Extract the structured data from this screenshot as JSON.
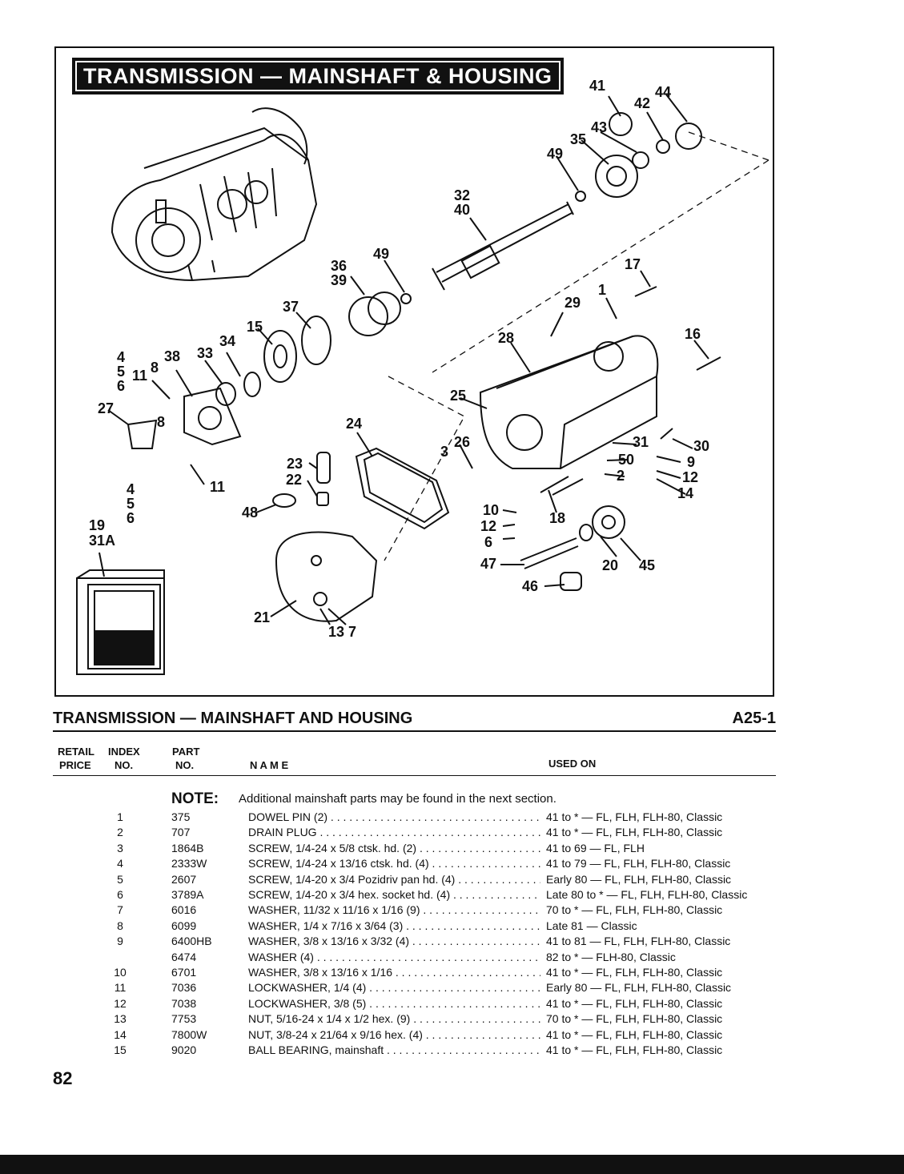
{
  "banner_title": "TRANSMISSION — MAINSHAFT & HOUSING",
  "callouts": [
    "41",
    "42",
    "44",
    "43",
    "35",
    "49",
    "32",
    "40",
    "36",
    "39",
    "49",
    "17",
    "1",
    "37",
    "29",
    "15",
    "16",
    "28",
    "34",
    "38",
    "33",
    "4",
    "5",
    "6",
    "8",
    "11",
    "27",
    "8",
    "25",
    "26",
    "3",
    "24",
    "31",
    "30",
    "23",
    "50",
    "9",
    "22",
    "2",
    "12",
    "14",
    "11",
    "4",
    "5",
    "6",
    "48",
    "10",
    "12",
    "6",
    "18",
    "19",
    "31A",
    "47",
    "20",
    "45",
    "46",
    "21",
    "13 7"
  ],
  "section_title": "TRANSMISSION — MAINSHAFT AND HOUSING",
  "section_code": "A25-1",
  "headers": {
    "retail_price": [
      "RETAIL",
      "PRICE"
    ],
    "index_no": [
      "INDEX",
      "NO."
    ],
    "part_no": [
      "PART",
      "NO."
    ],
    "name": "N A M E",
    "used_on": "USED ON"
  },
  "note_label": "NOTE:",
  "note_text": "Additional mainshaft parts may be found in the next section.",
  "rows": [
    {
      "index": "1",
      "part": "375",
      "name": "DOWEL PIN (2)",
      "used": "41 to * — FL, FLH, FLH-80, Classic"
    },
    {
      "index": "2",
      "part": "707",
      "name": "DRAIN PLUG",
      "used": "41 to * — FL, FLH, FLH-80, Classic"
    },
    {
      "index": "3",
      "part": "1864B",
      "name": "SCREW, 1/4-24 x 5/8 ctsk. hd. (2)",
      "used": "41 to 69 — FL, FLH"
    },
    {
      "index": "4",
      "part": "2333W",
      "name": "SCREW, 1/4-24 x 13/16 ctsk. hd. (4)",
      "used": "41 to 79 — FL, FLH, FLH-80, Classic"
    },
    {
      "index": "5",
      "part": "2607",
      "name": "SCREW, 1/4-20 x 3/4 Pozidriv pan hd. (4)",
      "used": "Early 80 — FL, FLH, FLH-80, Classic"
    },
    {
      "index": "6",
      "part": "3789A",
      "name": "SCREW, 1/4-20 x 3/4 hex. socket hd. (4)",
      "used": "Late 80 to * — FL, FLH, FLH-80, Classic"
    },
    {
      "index": "7",
      "part": "6016",
      "name": "WASHER, 11/32 x 11/16 x 1/16 (9)",
      "used": "70 to * — FL, FLH, FLH-80, Classic"
    },
    {
      "index": "8",
      "part": "6099",
      "name": "WASHER, 1/4 x 7/16 x 3/64 (3)",
      "used": "Late 81 — Classic"
    },
    {
      "index": "9",
      "part": "6400HB",
      "name": "WASHER, 3/8 x 13/16 x 3/32 (4)",
      "used": "41 to 81 — FL, FLH, FLH-80, Classic"
    },
    {
      "index": "",
      "part": "6474",
      "name": "WASHER (4)",
      "used": "82 to * — FLH-80, Classic"
    },
    {
      "index": "10",
      "part": "6701",
      "name": "WASHER, 3/8 x 13/16 x 1/16",
      "used": "41 to * — FL, FLH, FLH-80, Classic"
    },
    {
      "index": "11",
      "part": "7036",
      "name": "LOCKWASHER, 1/4 (4)",
      "used": "Early 80 — FL, FLH, FLH-80, Classic"
    },
    {
      "index": "12",
      "part": "7038",
      "name": "LOCKWASHER, 3/8 (5)",
      "used": "41 to * — FL, FLH, FLH-80, Classic"
    },
    {
      "index": "13",
      "part": "7753",
      "name": "NUT, 5/16-24 x 1/4 x 1/2 hex. (9)",
      "used": "70 to * — FL, FLH, FLH-80, Classic"
    },
    {
      "index": "14",
      "part": "7800W",
      "name": "NUT, 3/8-24 x 21/64 x 9/16 hex. (4)",
      "used": "41 to * — FL, FLH, FLH-80, Classic"
    },
    {
      "index": "15",
      "part": "9020",
      "name": "BALL BEARING, mainshaft",
      "used": "41 to * — FL, FLH, FLH-80, Classic"
    }
  ],
  "page_number": "82"
}
